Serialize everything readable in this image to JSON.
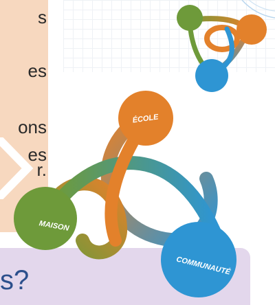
{
  "left_panel": {
    "fragments": [
      "s",
      "es",
      "ons",
      "es",
      "r."
    ]
  },
  "question": {
    "text": "s?"
  },
  "diagram": {
    "labels": {
      "ecole": "ÉCOLE",
      "maison": "MAISON",
      "communaute": "COMMUNAUTÉ"
    },
    "colors": {
      "green": "#6e9a3a",
      "orange": "#e3812b",
      "blue": "#2e95d3",
      "panel": "#f7d8bf",
      "question_bar": "#e3d7ec",
      "question_text": "#2c4f8c"
    }
  }
}
